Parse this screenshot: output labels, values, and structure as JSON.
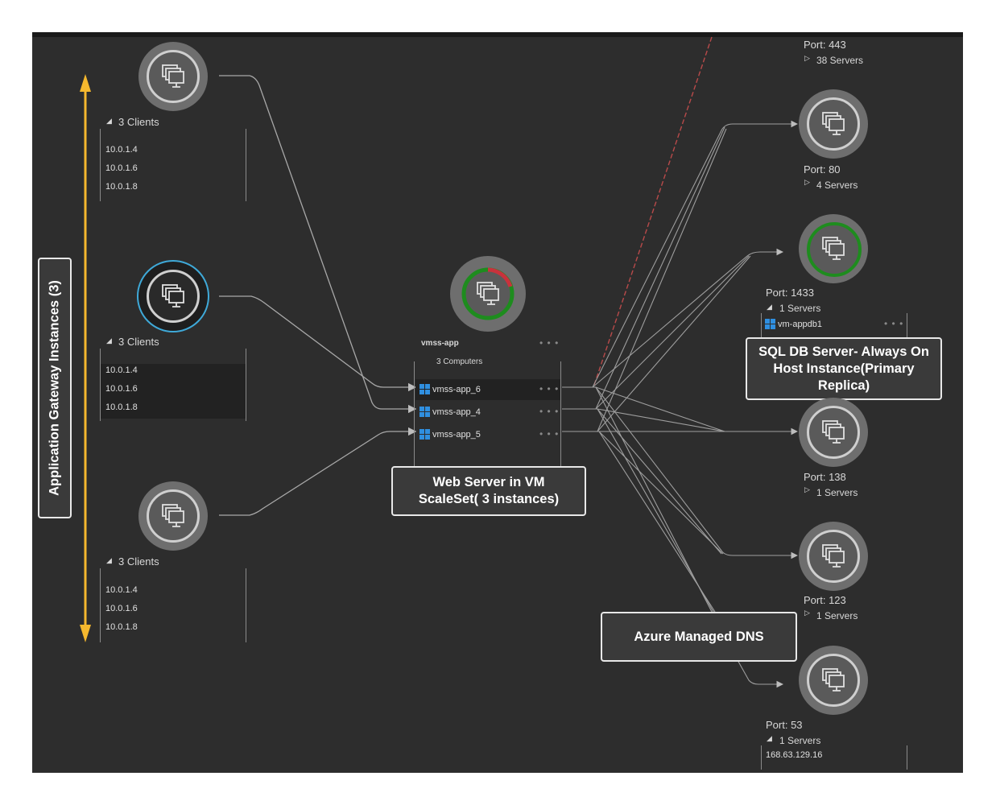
{
  "gateway": {
    "label": "Application Gateway Instances (3)"
  },
  "client_groups": [
    {
      "count_label": "3 Clients",
      "ips": [
        "10.0.1.4",
        "10.0.1.6",
        "10.0.1.8"
      ]
    },
    {
      "count_label": "3 Clients",
      "ips": [
        "10.0.1.4",
        "10.0.1.6",
        "10.0.1.8"
      ]
    },
    {
      "count_label": "3 Clients",
      "ips": [
        "10.0.1.4",
        "10.0.1.6",
        "10.0.1.8"
      ]
    }
  ],
  "vmss": {
    "name": "vmss-app",
    "computers_label": "3 Computers",
    "instances": [
      "vmss-app_6",
      "vmss-app_4",
      "vmss-app_5"
    ]
  },
  "ports": [
    {
      "port": "Port: 443",
      "servers": "38 Servers"
    },
    {
      "port": "Port: 80",
      "servers": "4 Servers"
    },
    {
      "port": "Port: 1433",
      "servers": "1 Servers",
      "host": "vm-appdb1"
    },
    {
      "port": "Port: 138",
      "servers": "1 Servers"
    },
    {
      "port": "Port: 123",
      "servers": "1 Servers"
    },
    {
      "port": "Port: 53",
      "servers": "1 Servers",
      "host": "168.63.129.16"
    }
  ],
  "callouts": {
    "web_server": "Web Server in VM ScaleSet( 3 instances)",
    "sql_db": "SQL DB Server- Always On Host Instance(Primary Replica)",
    "dns": "Azure Managed DNS"
  },
  "colors": {
    "background": "#2d2d2d",
    "accent_arrow": "#f5b82e",
    "node_gray": "#6e6e6e",
    "selected_ring": "#3fa9d8",
    "ok_green": "#1e8c1e",
    "alert_red": "#c8323c",
    "windows_blue": "#2f8fe0"
  }
}
